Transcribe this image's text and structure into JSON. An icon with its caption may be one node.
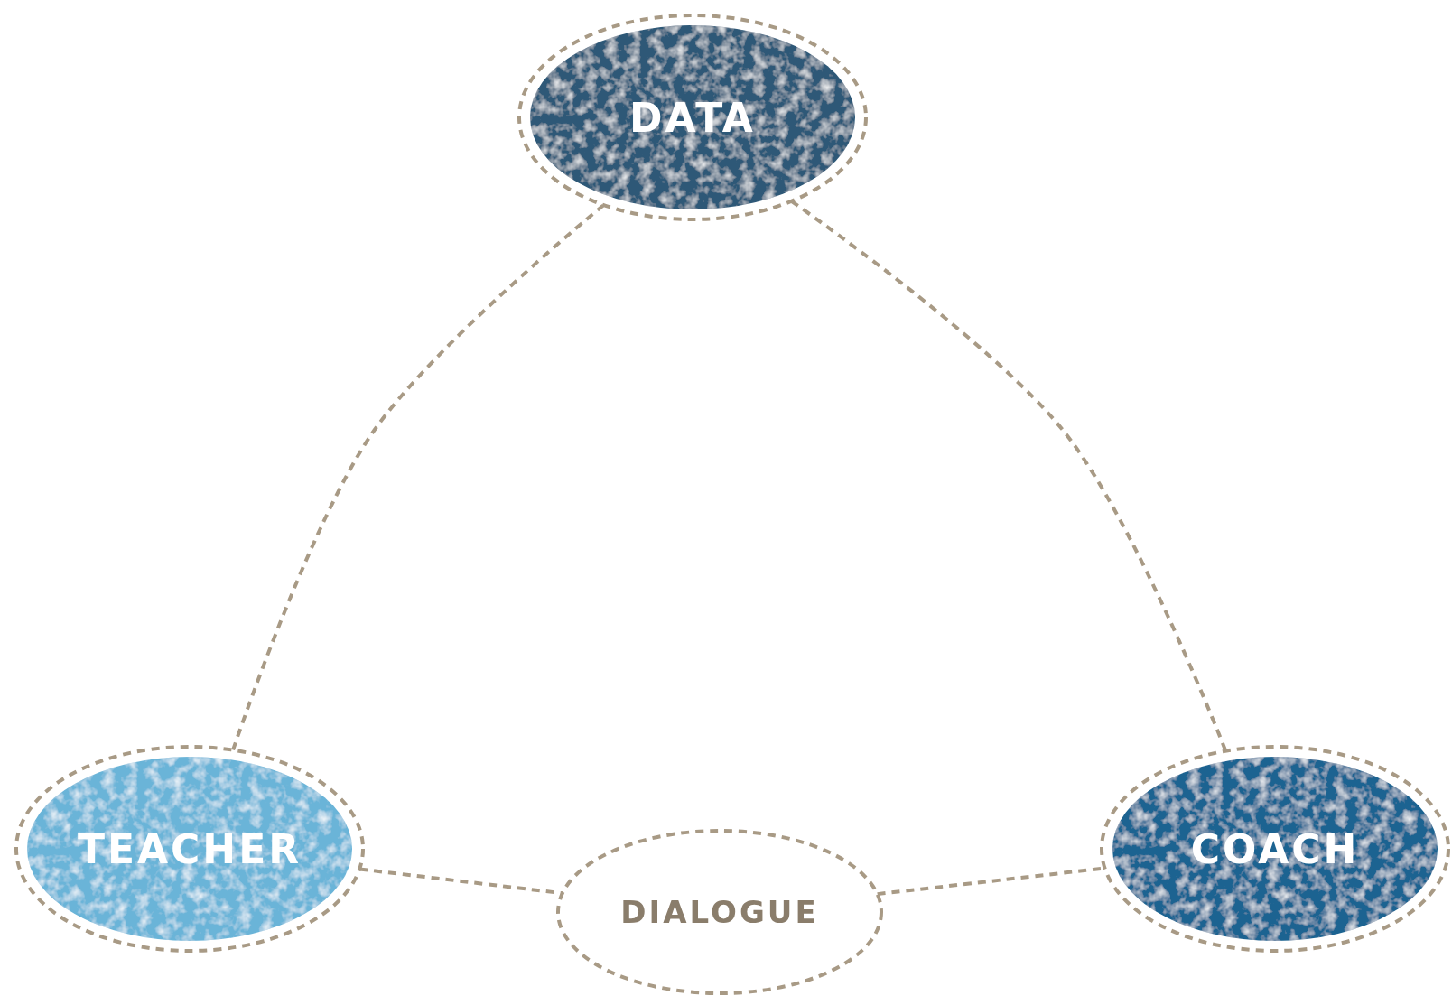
{
  "diagram": {
    "nodes": [
      {
        "text": [
          "DATA"
        ]
      },
      {
        "text": [
          "TEACHER"
        ]
      },
      {
        "text": [
          "COACH"
        ]
      },
      {
        "text": [
          "DIALOGUE"
        ]
      }
    ],
    "edges": [
      {
        "from": 0,
        "to": 1,
        "arrow": "none",
        "style": "dashed"
      },
      {
        "from": 0,
        "to": 2,
        "arrow": "none",
        "style": "dashed"
      },
      {
        "from": 1,
        "to": 3,
        "arrow": "none",
        "style": "dashed"
      },
      {
        "from": 3,
        "to": 2,
        "arrow": "none",
        "style": "dashed"
      }
    ]
  }
}
